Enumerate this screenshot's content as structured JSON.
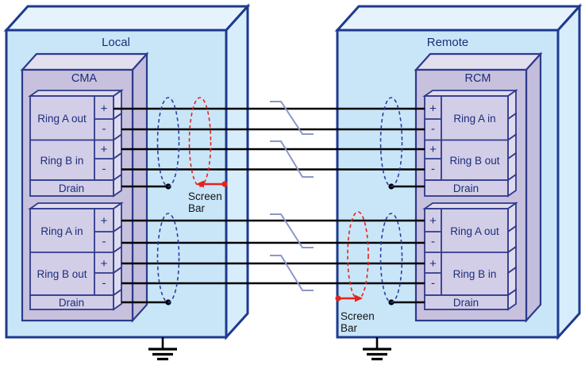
{
  "colors": {
    "enclosure_fill": "#c9e6f8",
    "enclosure_top": "#e6f3fc",
    "enclosure_side": "#d8edfb",
    "enclosure_border": "#1e3a8e",
    "module_fill": "#c7c1de",
    "module_border": "#2e3a8c",
    "terminal_block_fill": "#d3cee7",
    "label_text": "#1b2d7a",
    "wire": "#000000",
    "shield_ellipse": "#2c3f9e",
    "screen_bar_red": "#e3241c",
    "cable_break": "#8d96c8",
    "screen_bar_text": "#141414"
  },
  "local": {
    "label": "Local",
    "module_label": "CMA",
    "blocks": [
      {
        "rows": [
          {
            "label": "Ring A out"
          },
          {
            "label": "Ring B in"
          }
        ],
        "drain_label": "Drain"
      },
      {
        "rows": [
          {
            "label": "Ring A in"
          },
          {
            "label": "Ring B out"
          }
        ],
        "drain_label": "Drain"
      }
    ]
  },
  "remote": {
    "label": "Remote",
    "module_label": "RCM",
    "blocks": [
      {
        "rows": [
          {
            "label": "Ring A in"
          },
          {
            "label": "Ring B out"
          }
        ],
        "drain_label": "Drain"
      },
      {
        "rows": [
          {
            "label": "Ring A out"
          },
          {
            "label": "Ring B in"
          }
        ],
        "drain_label": "Drain"
      }
    ]
  },
  "terminals": {
    "plus": "+",
    "minus": "-"
  },
  "screen_bar_local": {
    "line1": "Screen",
    "line2": "Bar"
  },
  "screen_bar_remote": {
    "line1": "Screen",
    "line2": "Bar"
  }
}
